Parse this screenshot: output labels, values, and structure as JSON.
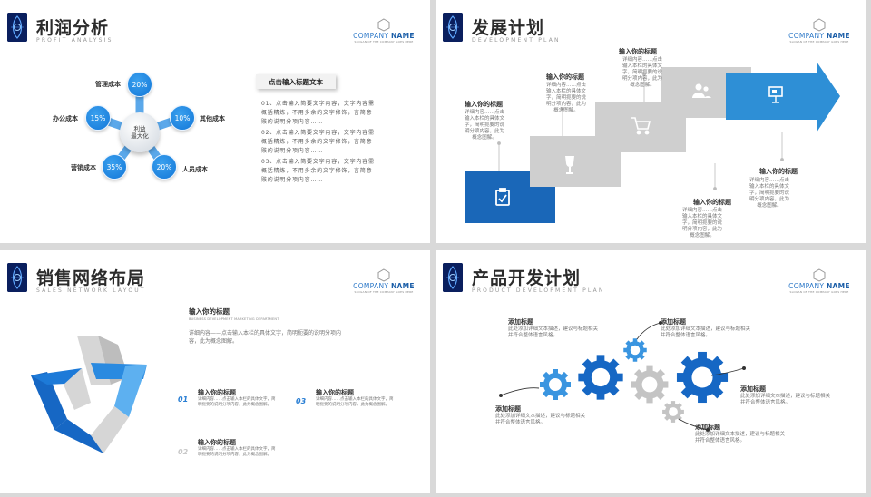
{
  "brand": {
    "company_prefix": "COMPANY",
    "company_name": "NAME",
    "slogan": "SLOGAN OF THE COMPANY GOES HERE"
  },
  "slide1": {
    "title": "利润分析",
    "subtitle": "PROFIT ANALYSIS",
    "center": [
      "利益",
      "最大化"
    ],
    "items": [
      {
        "label": "管理成本",
        "value": "20%"
      },
      {
        "label": "其他成本",
        "value": "10%"
      },
      {
        "label": "人员成本",
        "value": "20%"
      },
      {
        "label": "营销成本",
        "value": "35%"
      },
      {
        "label": "办公成本",
        "value": "15%"
      }
    ],
    "tag": "点击输入标题文本",
    "paragraphs": [
      "01、点击输入简要文字内容，文字内容需概括精炼，不用多余的文字修饰，言简意赅的说明分项内容……",
      "02、点击输入简要文字内容，文字内容需概括精炼，不用多余的文字修饰，言简意赅的说明分项内容……",
      "03、点击输入简要文字内容，文字内容需概括精炼，不用多余的文字修饰，言简意赅的说明分项内容……"
    ]
  },
  "slide2": {
    "title": "发展计划",
    "subtitle": "DEVELOPMENT PLAN",
    "step_title": "输入你的标题",
    "step_body": "详细内容……点击输入本栏的具体文字，简明扼要的说明分项内容，此为概念图解。",
    "icons": [
      "clipboard-icon",
      "wine-glass-icon",
      "cart-icon",
      "users-icon",
      "presentation-icon"
    ]
  },
  "slide3": {
    "title": "销售网络布局",
    "subtitle": "SALES NETWORK LAYOUT",
    "head_title": "输入你的标题",
    "head_sub": "BUSINESS DEVELOPMENT MARKETING DEPARTMENT",
    "head_body": "详细内容——点击输入本栏的具体文字，简明扼要的说明分项内容，此为概念图解。",
    "items": [
      {
        "num": "01",
        "title": "输入你的标题",
        "body": "详细内容……点击输入本栏的具体文字，简明扼要的说明分项内容，此为概念图解。"
      },
      {
        "num": "02",
        "title": "输入你的标题",
        "body": "详细内容……点击输入本栏的具体文字，简明扼要的说明分项内容，此为概念图解。"
      },
      {
        "num": "03",
        "title": "输入你的标题",
        "body": "详细内容……点击输入本栏的具体文字，简明扼要的说明分项内容，此为概念图解。"
      }
    ],
    "colors": {
      "blue_dark": "#1565c0",
      "blue_light": "#42a5f5",
      "gray": "#d6d6d6"
    }
  },
  "slide4": {
    "title": "产品开发计划",
    "subtitle": "PRODUCT DEVELOPMENT PLAN",
    "items": [
      {
        "title": "添加标题",
        "body": "此处添加详细文本描述，建议与标题相关并符合整体语言风格。"
      },
      {
        "title": "添加标题",
        "body": "此处添加详细文本描述，建议与标题相关并符合整体语言风格。"
      },
      {
        "title": "添加标题",
        "body": "此处添加详细文本描述，建议与标题相关并符合整体语言风格。"
      },
      {
        "title": "添加标题",
        "body": "此处添加详细文本描述，建议与标题相关并符合整体语言风格。"
      },
      {
        "title": "添加标题",
        "body": "此处添加详细文本描述，建议与标题相关并符合整体语言风格。"
      }
    ]
  }
}
